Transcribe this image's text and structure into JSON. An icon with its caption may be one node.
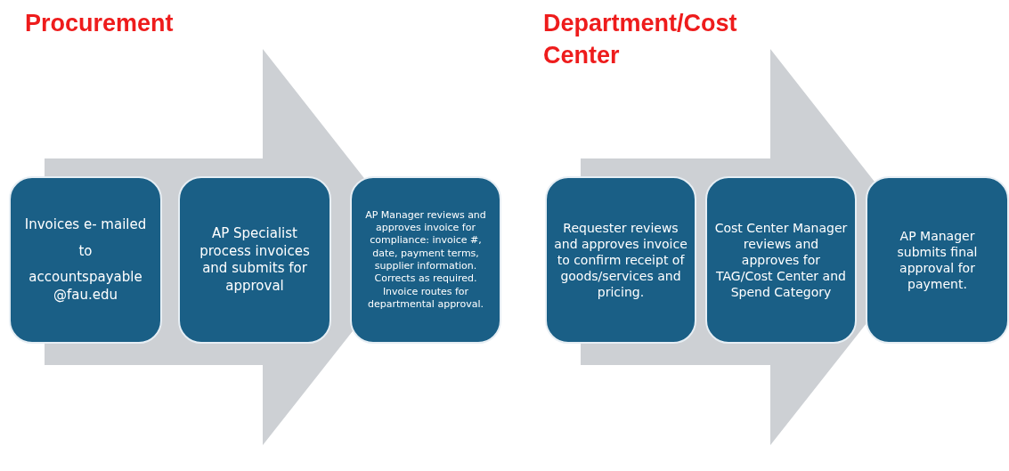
{
  "diagram": {
    "nodes": [
      {
        "text": [
          "Invoices e- mailed",
          "to",
          "accountspayable@fau.edu"
        ]
      },
      {
        "text": [
          "AP Specialist process invoices and submits for approval"
        ]
      },
      {
        "text": [
          "AP Manager reviews and approves invoice for compliance: invoice #, date, payment terms, supplier information. Corrects as required. Invoice routes for departmental approval."
        ]
      },
      {
        "text": [
          "Requester reviews and approves invoice to confirm receipt of goods/services and pricing."
        ]
      },
      {
        "text": [
          "Cost Center Manager reviews and approves for TAG/Cost Center and Spend Category"
        ]
      },
      {
        "text": [
          "AP Manager submits final approval for payment."
        ]
      }
    ],
    "edges": [
      {
        "from": 0,
        "to": 2,
        "arrow": "to",
        "style": "thick"
      },
      {
        "from": 3,
        "to": 5,
        "arrow": "to",
        "style": "thick"
      }
    ],
    "labels": [
      "Procurement",
      "Department/Cost Center"
    ]
  }
}
